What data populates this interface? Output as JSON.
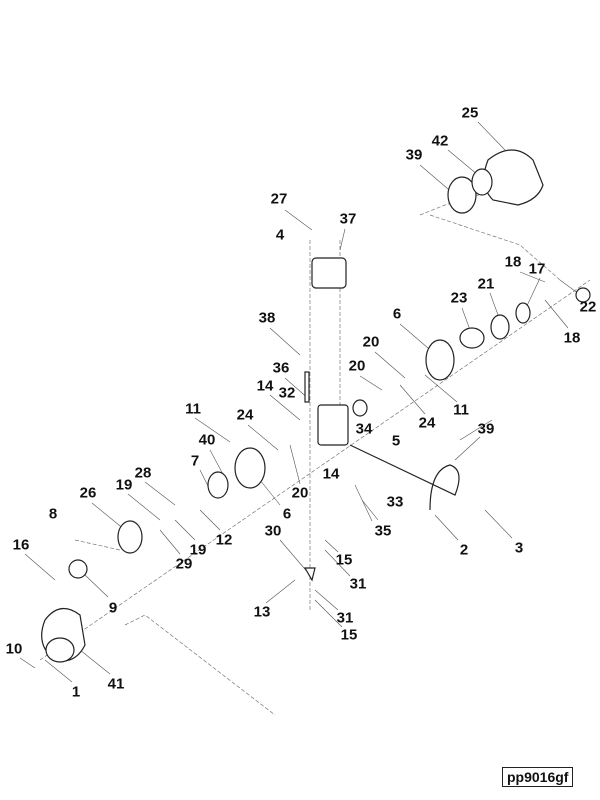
{
  "labels": [
    "25",
    "42",
    "39",
    "27",
    "37",
    "4",
    "18",
    "17",
    "22",
    "21",
    "23",
    "18",
    "6",
    "38",
    "20",
    "20",
    "36",
    "14",
    "32",
    "11",
    "24",
    "24",
    "11",
    "34",
    "5",
    "39",
    "40",
    "7",
    "28",
    "19",
    "14",
    "20",
    "6",
    "26",
    "8",
    "33",
    "12",
    "19",
    "29",
    "30",
    "35",
    "2",
    "3",
    "16",
    "15",
    "31",
    "9",
    "13",
    "31",
    "15",
    "10",
    "41",
    "1"
  ],
  "reference_code": "pp9016gf"
}
